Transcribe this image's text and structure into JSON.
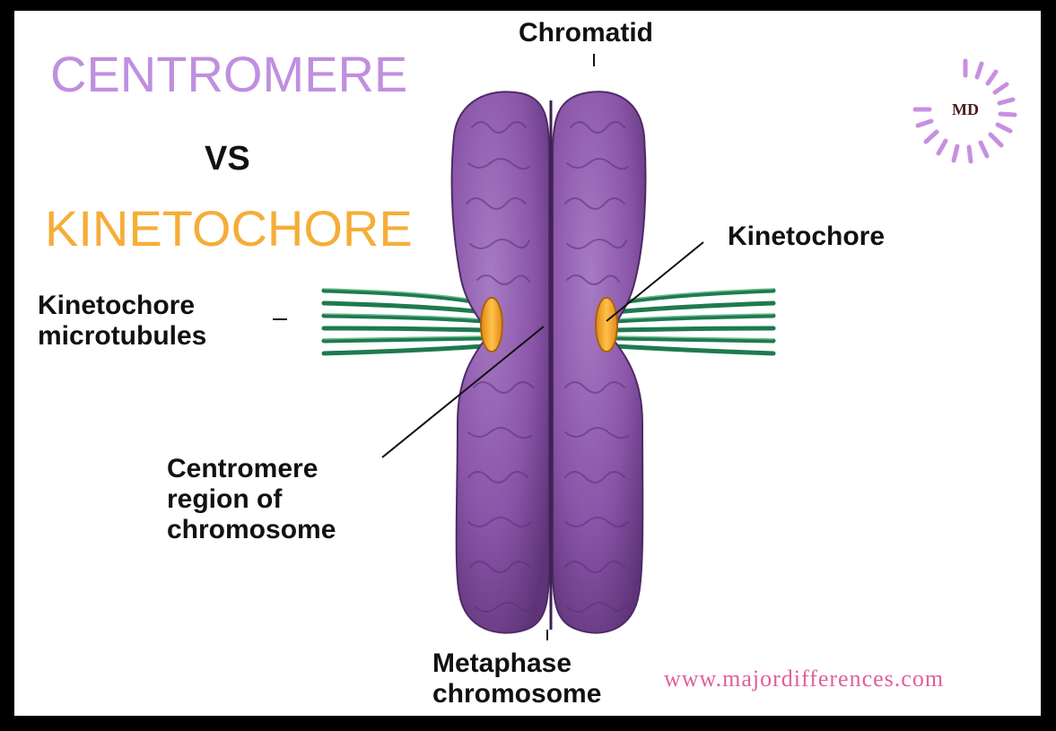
{
  "title": {
    "line1": "CENTROMERE",
    "vs": "VS",
    "line2": "KINETOCHORE"
  },
  "labels": {
    "chromatid": "Chromatid",
    "kinetochore": "Kinetochore",
    "microtubules_line1": "Kinetochore",
    "microtubules_line2": "microtubules",
    "centromere_line1": "Centromere",
    "centromere_line2": "region of",
    "centromere_line3": "chromosome",
    "metaphase_line1": "Metaphase",
    "metaphase_line2": "chromosome"
  },
  "logo": {
    "text": "MD",
    "icon": "sunburst-logo-icon"
  },
  "website": "www.majordifferences.com",
  "colors": {
    "title_centromere": "#c08fe0",
    "title_kinetochore": "#f6ad37",
    "chromosome": "#8a55a8",
    "kinetochore": "#f5a623",
    "microtubules": "#1e7a4e",
    "website": "#e0609b",
    "logo": "#c88fe0"
  }
}
